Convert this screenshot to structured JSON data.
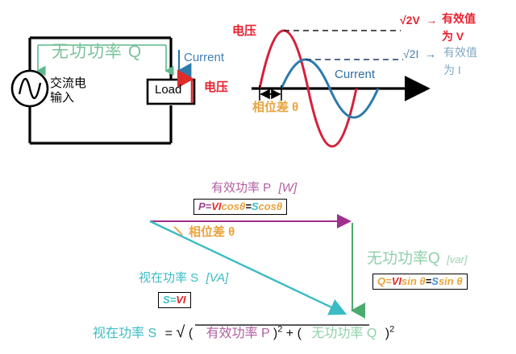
{
  "title": "AC Power Triangle and Waveform Diagram",
  "circuit": {
    "source_label": "交流电\n输入",
    "source_line1": "交流电",
    "source_line2": "输入",
    "load_label": "Load",
    "reactive_label": "无功功率 Q",
    "current_label": "Current",
    "voltage_label": "电压",
    "source_icon": "ac-source-sine-icon"
  },
  "waveform": {
    "voltage_label": "电压",
    "current_label": "Current",
    "phase_label": "相位差 θ",
    "voltage_peak_annotation": "√2V",
    "voltage_arrow": "→",
    "voltage_rms_line1": "有效值",
    "voltage_rms_line2": "为 V",
    "current_peak_annotation": "√2I",
    "current_arrow": "→",
    "current_rms_line1": "有效值",
    "current_rms_line2": "为 I",
    "sqrt_symbol": "√",
    "voltage_radicand": "2V",
    "current_radicand": "2I"
  },
  "vector": {
    "active_label": "有效功率 P",
    "active_unit": "[W]",
    "active_formula_parts": {
      "p": "P=",
      "vi": "VI",
      "cos": "cosθ",
      "eq": "=",
      "s": "S",
      "cos2": "cosθ"
    },
    "active_formula": "P=VIcosθ=Scosθ",
    "phase_label": "相位差 θ",
    "apparent_label": "视在功率 S",
    "apparent_unit": "[VA]",
    "apparent_formula": "S=VI",
    "apparent_formula_parts": {
      "s": "S=",
      "vi": "VI"
    },
    "reactive_label": "无功功率Q",
    "reactive_unit": "[var]",
    "reactive_formula": "Q=VIsin θ =Ssin θ",
    "reactive_formula_parts": {
      "q": "Q=",
      "vi": "VI",
      "sin": "sin θ",
      "eq": "=",
      "s": "S",
      "sin2": "sin θ"
    }
  },
  "bottom_equation": {
    "lead": "视在功率 S",
    "equals": "=",
    "sqrt": "√",
    "open1": "(",
    "term1": "有效功率 P",
    "close1": ")",
    "sup1": "2",
    "plus": "+",
    "open2": "(",
    "term2": "无功功率 Q",
    "close2": ")",
    "sup2": "2"
  },
  "colors": {
    "voltage_red": "#e8212f",
    "current_blue": "#2d7aab",
    "reactive_green": "#7bc39a",
    "apparent_teal": "#3bbcc4",
    "active_purple": "#a0308c",
    "phase_orange": "#eaa33d",
    "wire_black": "#000000"
  }
}
